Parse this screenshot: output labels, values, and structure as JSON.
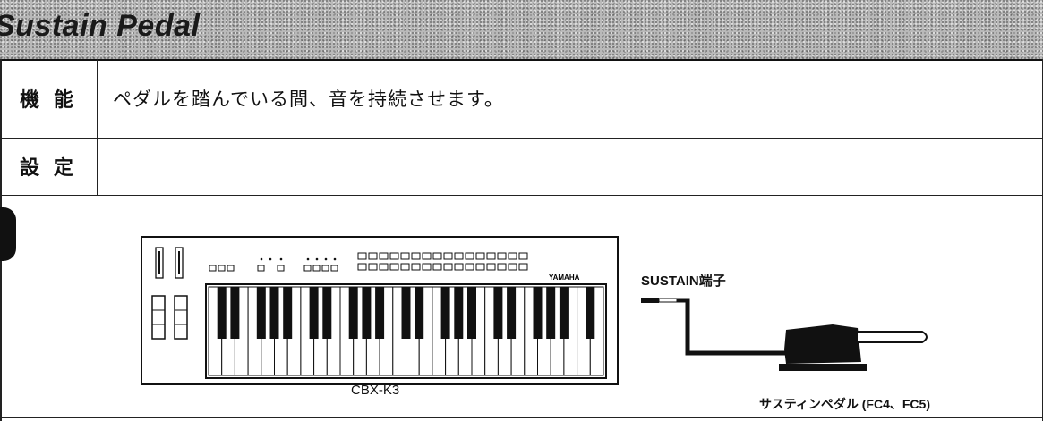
{
  "header": {
    "title": "Sustain Pedal"
  },
  "rows": [
    {
      "label": "機 能",
      "value": "ペダルを踏んでいる間、音を持続させます。"
    },
    {
      "label": "設 定",
      "value": ""
    }
  ],
  "figure": {
    "keyboard_label": "CBX-K3",
    "brand_label": "YAMAHA",
    "jack_label": "SUSTAIN端子",
    "pedal_label": "サスティンペダル (FC4、FC5)"
  }
}
